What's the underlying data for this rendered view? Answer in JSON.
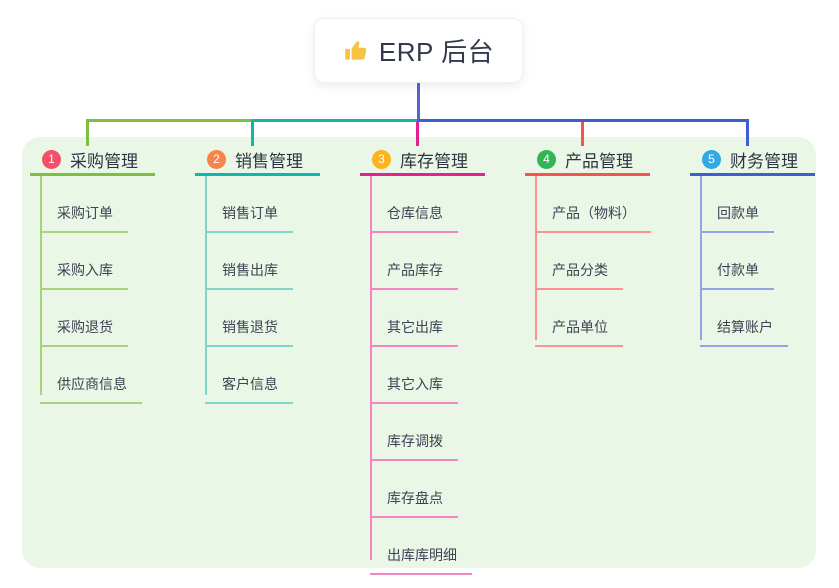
{
  "root": {
    "label": "ERP 后台",
    "icon": "thumbs-up-icon"
  },
  "colors": {
    "canvas_bg": "#ffffff",
    "map_bg": "#ebf7e6",
    "root_line": "#5166d4",
    "root_text": "#333a4d",
    "thumb_icon": "#f6c344"
  },
  "branches": [
    {
      "num": "1",
      "label": "采购管理",
      "badge_color": "#f4506a",
      "line_color": "#7fbf3f",
      "child_line_color": "#a6d37b",
      "children": [
        "采购订单",
        "采购入库",
        "采购退货",
        "供应商信息"
      ]
    },
    {
      "num": "2",
      "label": "销售管理",
      "badge_color": "#f8834b",
      "line_color": "#10b5ab",
      "child_line_color": "#7cd6cc",
      "children": [
        "销售订单",
        "销售出库",
        "销售退货",
        "客户信息"
      ]
    },
    {
      "num": "3",
      "label": "库存管理",
      "badge_color": "#feb21b",
      "line_color": "#e12290",
      "child_line_color": "#f286c2",
      "children": [
        "仓库信息",
        "产品库存",
        "其它出库",
        "其它入库",
        "库存调拨",
        "库存盘点",
        "出库库明细"
      ]
    },
    {
      "num": "4",
      "label": "产品管理",
      "badge_color": "#33b557",
      "line_color": "#f5534e",
      "child_line_color": "#fa938d",
      "children": [
        "产品（物料）",
        "产品分类",
        "产品单位"
      ]
    },
    {
      "num": "5",
      "label": "财务管理",
      "badge_color": "#31a9e3",
      "line_color": "#3d5fd2",
      "child_line_color": "#91a5e4",
      "children": [
        "回款单",
        "付款单",
        "结算账户"
      ]
    }
  ]
}
